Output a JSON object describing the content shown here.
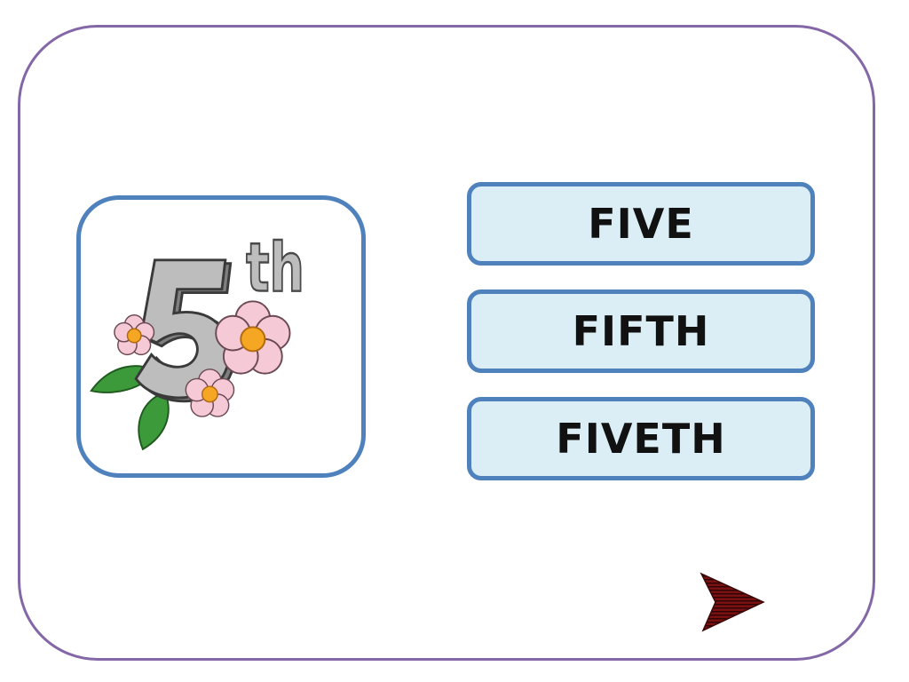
{
  "picture": {
    "icon": "ordinal-fifth-flowers-icon",
    "numeral": "5",
    "suffix": "th"
  },
  "options": [
    {
      "label": "FIVE"
    },
    {
      "label": "FIFTH"
    },
    {
      "label": "FIVETH"
    }
  ],
  "navigation": {
    "next_icon": "right-arrow-icon"
  },
  "colors": {
    "frame_border": "#8367a6",
    "card_border": "#4f81bd",
    "option_fill": "#dbeef5",
    "arrow": "#7a1010"
  }
}
